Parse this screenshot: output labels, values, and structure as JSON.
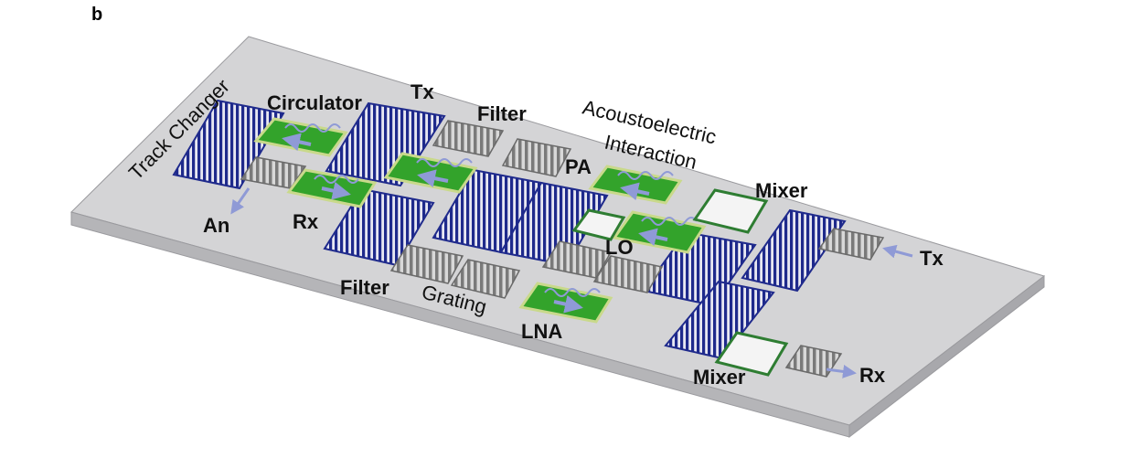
{
  "figure": {
    "panel_label": "b",
    "labels": {
      "track_changer": "Track Changer",
      "circulator": "Circulator",
      "tx_top": "Tx",
      "filter_top": "Filter",
      "acoustoelectric": "Acoustoelectric",
      "interaction": "Interaction",
      "pa": "PA",
      "mixer_top": "Mixer",
      "an": "An",
      "rx_left": "Rx",
      "lo": "LO",
      "tx_right": "Tx",
      "filter_bottom": "Filter",
      "grating": "Grating",
      "lna": "LNA",
      "mixer_bottom": "Mixer",
      "rx_right": "Rx"
    }
  },
  "colors": {
    "substrate_top": "#d4d4d6",
    "substrate_side": "#b5b5b8",
    "transducer": "#1f2a8c",
    "grating": "#8a8a8a",
    "amplifier": "#33a32b",
    "amplifier_edge": "#c9d98b",
    "arrow": "#9aa4e0",
    "mixer_fill": "#f4f4f4",
    "mixer_edge": "#2e7d32"
  }
}
